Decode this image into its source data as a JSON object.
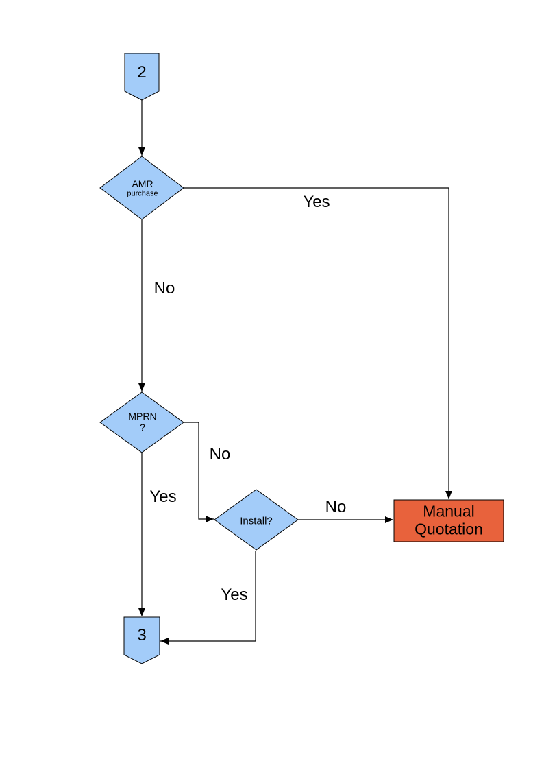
{
  "page": {
    "background": "#ffffff"
  },
  "colors": {
    "node_fill": "#A3CCF9",
    "node_border": "#000000",
    "terminal_fill": "#E8623C",
    "connector_line": "#000000"
  },
  "nodes": {
    "connector_in": {
      "label": "2"
    },
    "amr_decision": {
      "line1": "AMR",
      "line2": "purchase"
    },
    "mprn_decision": {
      "line1": "MPRN",
      "line2": "?"
    },
    "install_decision": {
      "label": "Install?"
    },
    "manual_quotation": {
      "line1": "Manual",
      "line2": "Quotation"
    },
    "connector_out": {
      "label": "3"
    }
  },
  "edge_labels": {
    "amr_yes": "Yes",
    "amr_no": "No",
    "mprn_no": "No",
    "mprn_yes": "Yes",
    "install_no": "No",
    "install_yes": "Yes"
  }
}
